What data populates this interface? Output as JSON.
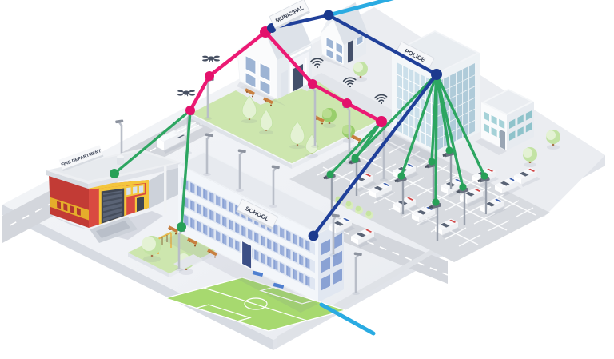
{
  "scene": {
    "title": "Smart city wireless network isometric illustration",
    "background": "#ffffff"
  },
  "signs": {
    "municipal": "MUNICIPAL",
    "police": "POLICE",
    "fire_department": "FIRE DEPARTMENT",
    "school": "SCHOOL"
  },
  "network": {
    "colors": {
      "pink": "#ec1a74",
      "pink_node": "#e3116b",
      "blue": "#20409a",
      "blue_node": "#1c3a8e",
      "green": "#2da661",
      "green_node": "#27a057",
      "cyan": "#2aabe2"
    },
    "nodes": [
      {
        "id": "municipal-sign",
        "color": "blue"
      },
      {
        "id": "municipal-roof",
        "color": "blue"
      },
      {
        "id": "police-roof",
        "color": "blue"
      },
      {
        "id": "school-roof",
        "color": "blue"
      },
      {
        "id": "municipal-roof-edge",
        "color": "pink"
      },
      {
        "id": "park-lamp-west",
        "color": "pink"
      },
      {
        "id": "park-lamp-northwest",
        "color": "pink"
      },
      {
        "id": "walkway-lamp-1",
        "color": "pink"
      },
      {
        "id": "walkway-lamp-2",
        "color": "pink"
      },
      {
        "id": "park-corner-lamp",
        "color": "pink"
      },
      {
        "id": "fire-department-roof",
        "color": "green"
      },
      {
        "id": "school-entrance-lamp",
        "color": "green"
      },
      {
        "id": "parking-camera-1",
        "color": "green"
      },
      {
        "id": "parking-camera-2",
        "color": "green"
      },
      {
        "id": "parking-camera-3",
        "color": "green"
      },
      {
        "id": "parking-camera-4",
        "color": "green"
      },
      {
        "id": "parking-camera-5",
        "color": "green"
      },
      {
        "id": "parking-camera-6",
        "color": "green"
      },
      {
        "id": "parking-camera-7",
        "color": "green"
      },
      {
        "id": "parking-camera-8",
        "color": "green"
      },
      {
        "id": "parking-camera-9",
        "color": "green"
      }
    ],
    "links": [
      {
        "from": "fire-department-roof",
        "to": "park-lamp-west",
        "color": "green"
      },
      {
        "from": "park-lamp-west",
        "to": "school-entrance-lamp",
        "color": "green"
      },
      {
        "from": "park-corner-lamp",
        "to": "parking-camera-8",
        "color": "green"
      },
      {
        "from": "park-corner-lamp",
        "to": "parking-camera-9",
        "color": "green"
      },
      {
        "from": "police-roof",
        "to": "parking-camera-1..7",
        "color": "green"
      },
      {
        "from": "park-lamp-west",
        "to": "park-lamp-northwest",
        "color": "pink"
      },
      {
        "from": "park-lamp-northwest",
        "to": "municipal-roof-edge",
        "color": "pink"
      },
      {
        "from": "municipal-roof-edge",
        "to": "walkway-lamp-1",
        "color": "pink"
      },
      {
        "from": "walkway-lamp-1",
        "to": "walkway-lamp-2",
        "color": "pink"
      },
      {
        "from": "walkway-lamp-2",
        "to": "park-corner-lamp",
        "color": "pink"
      },
      {
        "from": "municipal-sign",
        "to": "municipal-roof",
        "color": "blue"
      },
      {
        "from": "municipal-roof",
        "to": "police-roof",
        "color": "blue"
      },
      {
        "from": "police-roof",
        "to": "school-roof",
        "color": "blue"
      },
      {
        "from": "municipal-roof",
        "to": "offscreen-top-right",
        "color": "cyan"
      },
      {
        "from": "school-base",
        "to": "offscreen-bottom-right",
        "color": "cyan"
      }
    ]
  },
  "icons": [
    "wifi-icon",
    "drone-icon",
    "camera-icon"
  ]
}
